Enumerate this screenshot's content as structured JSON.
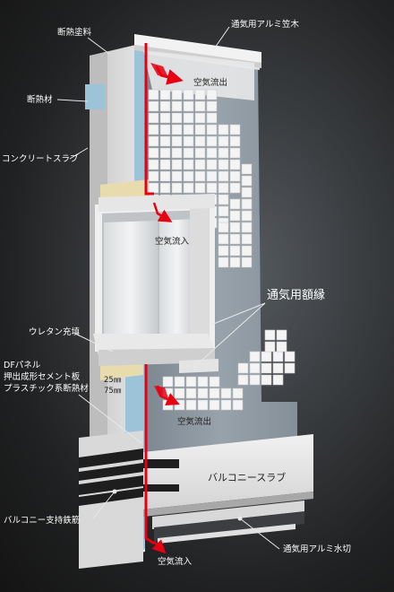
{
  "labels": {
    "insulation_paint": "断熱塗料",
    "aluminum_coping": "通気用アルミ笠木",
    "air_outflow_top": "空気流出",
    "insulation_material": "断熱材",
    "concrete_slab": "コンクリートスラブ",
    "air_inflow_mid": "空気流入",
    "vent_frame": "通気用額縁",
    "urethan_fill": "ウレタン充填",
    "df_panel": "DFパネル",
    "extruded_cement_board": "押出成形セメント板",
    "plastic_insulation": "プラスチック系断熱材",
    "dim_25": "25㎜",
    "dim_75": "75㎜",
    "air_outflow_low": "空気流出",
    "balcony_slab": "バルコニースラブ",
    "balcony_bracket": "バルコニー支持鉄筋",
    "aluminum_drip": "通気用アルミ水切",
    "air_inflow_bottom": "空気流入"
  },
  "colors": {
    "airflow_red": "#e60012",
    "wall_blue": "#9cc3d8",
    "insulation_yellow": "#e8dcae",
    "tile_white": "#f4f4f4",
    "panel_grey": "#8a95a0"
  }
}
